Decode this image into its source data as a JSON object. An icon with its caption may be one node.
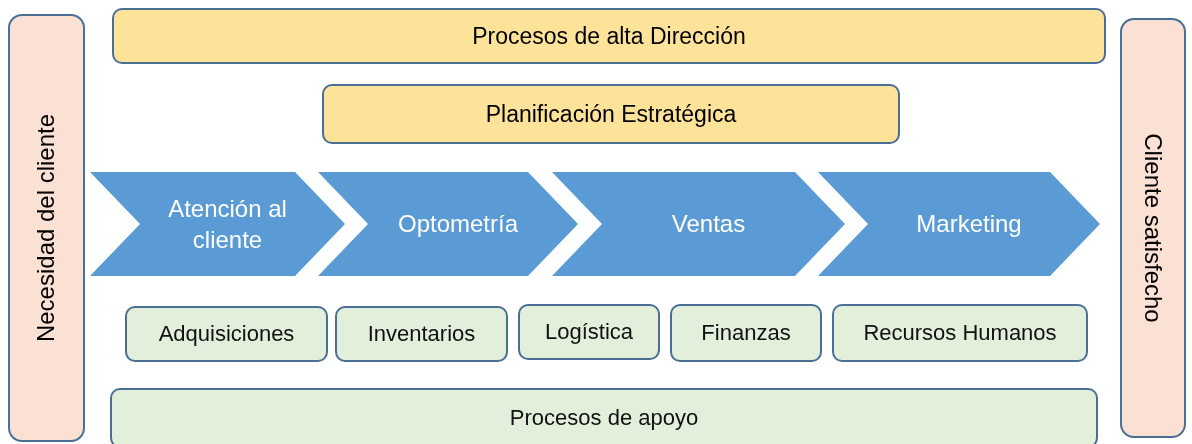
{
  "diagram": {
    "nodes": [
      {
        "text": [
          "Necesidad del cliente"
        ]
      },
      {
        "text": [
          "Procesos de alta Dirección"
        ]
      },
      {
        "text": [
          "Planificación Estratégica"
        ]
      },
      {
        "text": [
          "Atención al cliente"
        ]
      },
      {
        "text": [
          "Optometría"
        ]
      },
      {
        "text": [
          "Ventas"
        ]
      },
      {
        "text": [
          "Marketing"
        ]
      },
      {
        "text": [
          "Adquisiciones"
        ]
      },
      {
        "text": [
          "Inventarios"
        ]
      },
      {
        "text": [
          "Logística"
        ]
      },
      {
        "text": [
          "Finanzas"
        ]
      },
      {
        "text": [
          "Recursos Humanos"
        ]
      },
      {
        "text": [
          "Procesos de apoyo"
        ]
      },
      {
        "text": [
          "Cliente satisfecho"
        ]
      }
    ]
  }
}
